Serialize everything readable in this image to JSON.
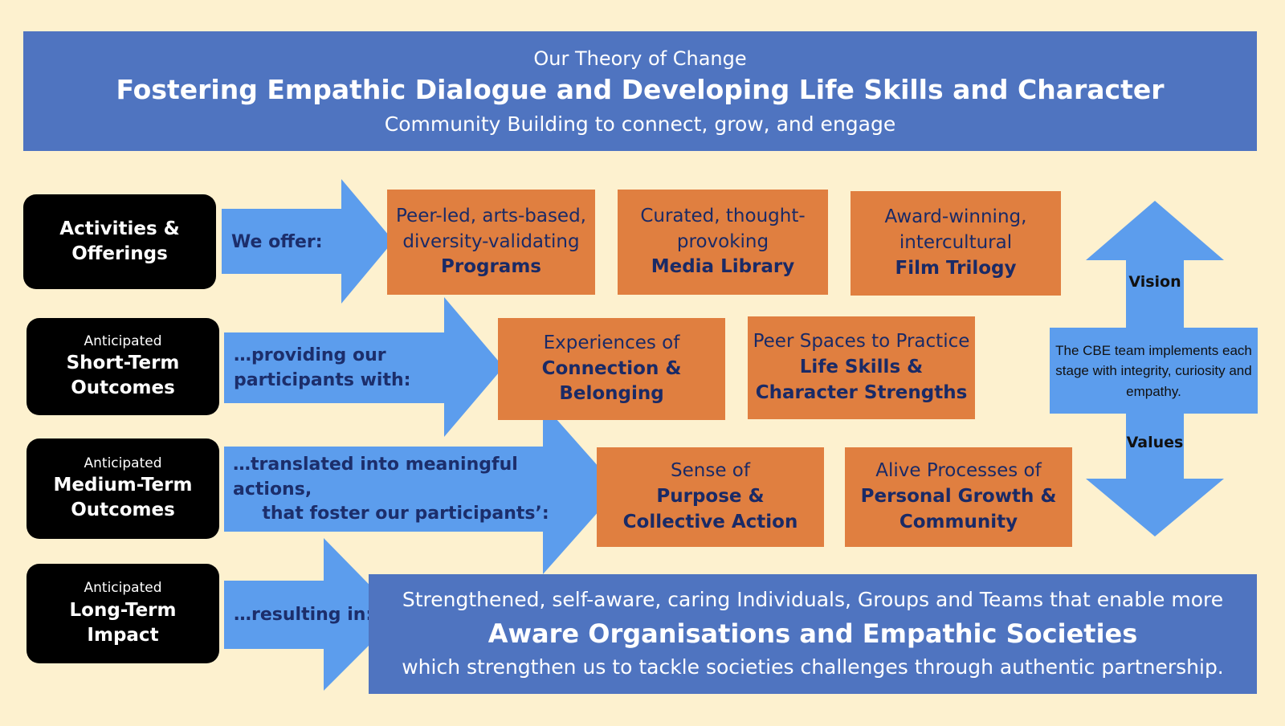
{
  "header": {
    "subtitle": "Our Theory of Change",
    "title": "Fostering Empathic Dialogue and Developing Life Skills and Character",
    "tagline": "Community Building to connect, grow, and engage"
  },
  "rows": {
    "activities": {
      "line1": "Activities &",
      "line2": "Offerings"
    },
    "short": {
      "small": "Anticipated",
      "line1": "Short-Term",
      "line2": "Outcomes"
    },
    "medium": {
      "small": "Anticipated",
      "line1": "Medium-Term",
      "line2": "Outcomes"
    },
    "long": {
      "small": "Anticipated",
      "line1": "Long-Term",
      "line2": "Impact"
    }
  },
  "arrows": {
    "offer": "We offer:",
    "providing_1": "…providing our",
    "providing_2": "participants with:",
    "translated_1": "…translated into meaningful actions,",
    "translated_2": "that foster our participants’:",
    "resulting": "…resulting in:"
  },
  "boxes": {
    "programs": {
      "l1": "Peer-led, arts-based,",
      "l2": "diversity-validating",
      "strong": "Programs"
    },
    "media": {
      "l1": "Curated, thought-",
      "l2": "provoking",
      "strong": "Media Library"
    },
    "film": {
      "l1": "Award-winning,",
      "l2": "intercultural",
      "strong": "Film Trilogy"
    },
    "connection": {
      "l1": "Experiences of",
      "s1": "Connection &",
      "s2": "Belonging"
    },
    "peer": {
      "l1": "Peer Spaces to Practice",
      "s1": "Life Skills &",
      "s2": "Character Strengths"
    },
    "purpose": {
      "l1": "Sense of",
      "s1": "Purpose &",
      "s2": "Collective Action"
    },
    "growth": {
      "l1": "Alive Processes of",
      "s1": "Personal Growth &",
      "s2": "Community"
    }
  },
  "impact": {
    "line1": "Strengthened, self-aware, caring Individuals, Groups and Teams that enable more",
    "line2": "Aware Organisations and Empathic Societies",
    "line3": "which strengthen us to tackle societies challenges through authentic partnership."
  },
  "vision_values": {
    "vision": "Vision",
    "values": "Values",
    "text": "The CBE team implements each stage with integrity, curiosity and empathy."
  },
  "colors": {
    "background": "#fdf1cf",
    "banner_blue": "#4f74c0",
    "arrow_blue": "#5c9ded",
    "orange": "#e07f40",
    "label_black": "#000000"
  }
}
